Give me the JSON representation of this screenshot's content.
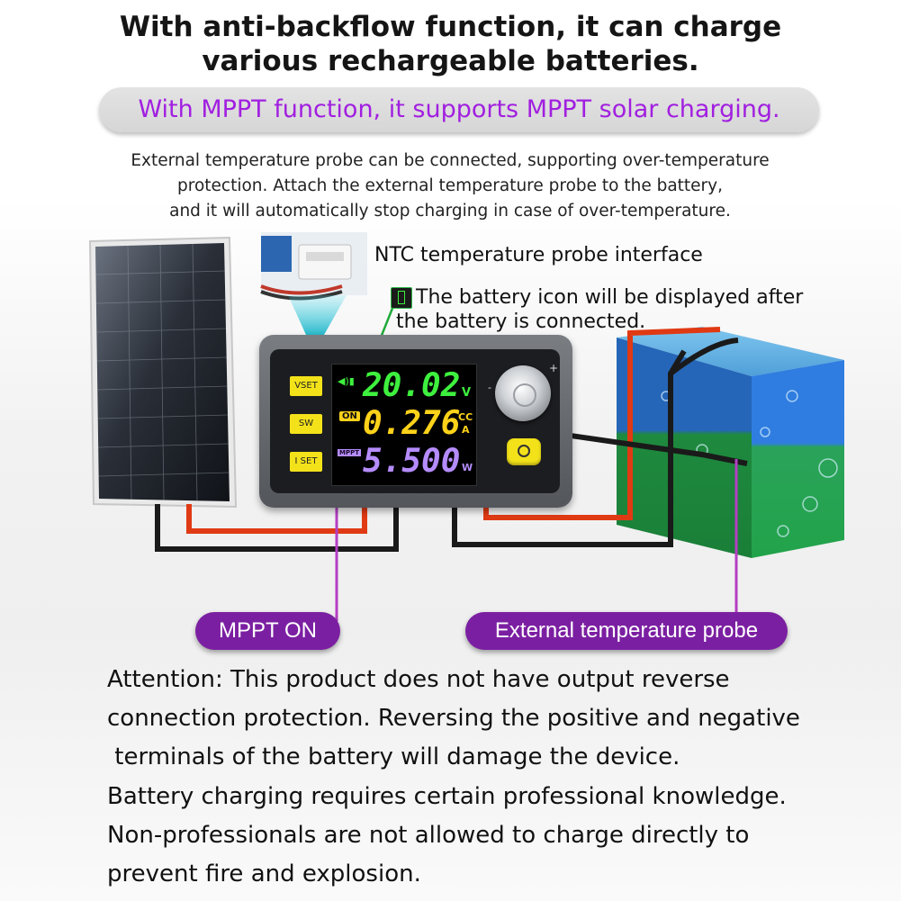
{
  "headline": {
    "line1": "With anti-backflow function, it can charge",
    "line2": "various rechargeable batteries."
  },
  "mppt_banner": "With MPPT function, it supports MPPT solar charging.",
  "description": [
    "External temperature probe can be connected, supporting over-temperature",
    "protection. Attach the external temperature probe to the battery,",
    "and it will automatically stop charging in case of over-temperature."
  ],
  "callouts": {
    "ntc": "NTC temperature probe interface",
    "battery_icon_line1": "The battery icon will be displayed after",
    "battery_icon_line2": "the battery is connected."
  },
  "device": {
    "buttons": [
      "VSET",
      "SW",
      "I SET"
    ],
    "voltage": "20.02",
    "voltage_unit": "V",
    "current": "0.276",
    "current_unit": "A",
    "mode": "CC",
    "power": "5.500",
    "power_unit": "W",
    "on_label": "ON",
    "mppt_label": "MPPT",
    "knob_minus": "-",
    "knob_plus": "+"
  },
  "badges": {
    "mppt_on": "MPPT ON",
    "temp_probe": "External temperature probe"
  },
  "attention": [
    "Attention: This product does not have output reverse",
    "connection protection. Reversing the positive and negative",
    " terminals of the battery will damage the device.",
    "Battery charging requires certain professional knowledge.",
    "Non-professionals are not allowed to charge directly to",
    "prevent fire and explosion."
  ],
  "colors": {
    "banner_text": "#a11fe0",
    "badge_bg": "#7b1fa2",
    "voltage_green": "#3ef03e",
    "current_yellow": "#ffd21a",
    "power_purple": "#b58cff",
    "battery_green": "#2fb84a",
    "battery_blue": "#2f7de0"
  }
}
